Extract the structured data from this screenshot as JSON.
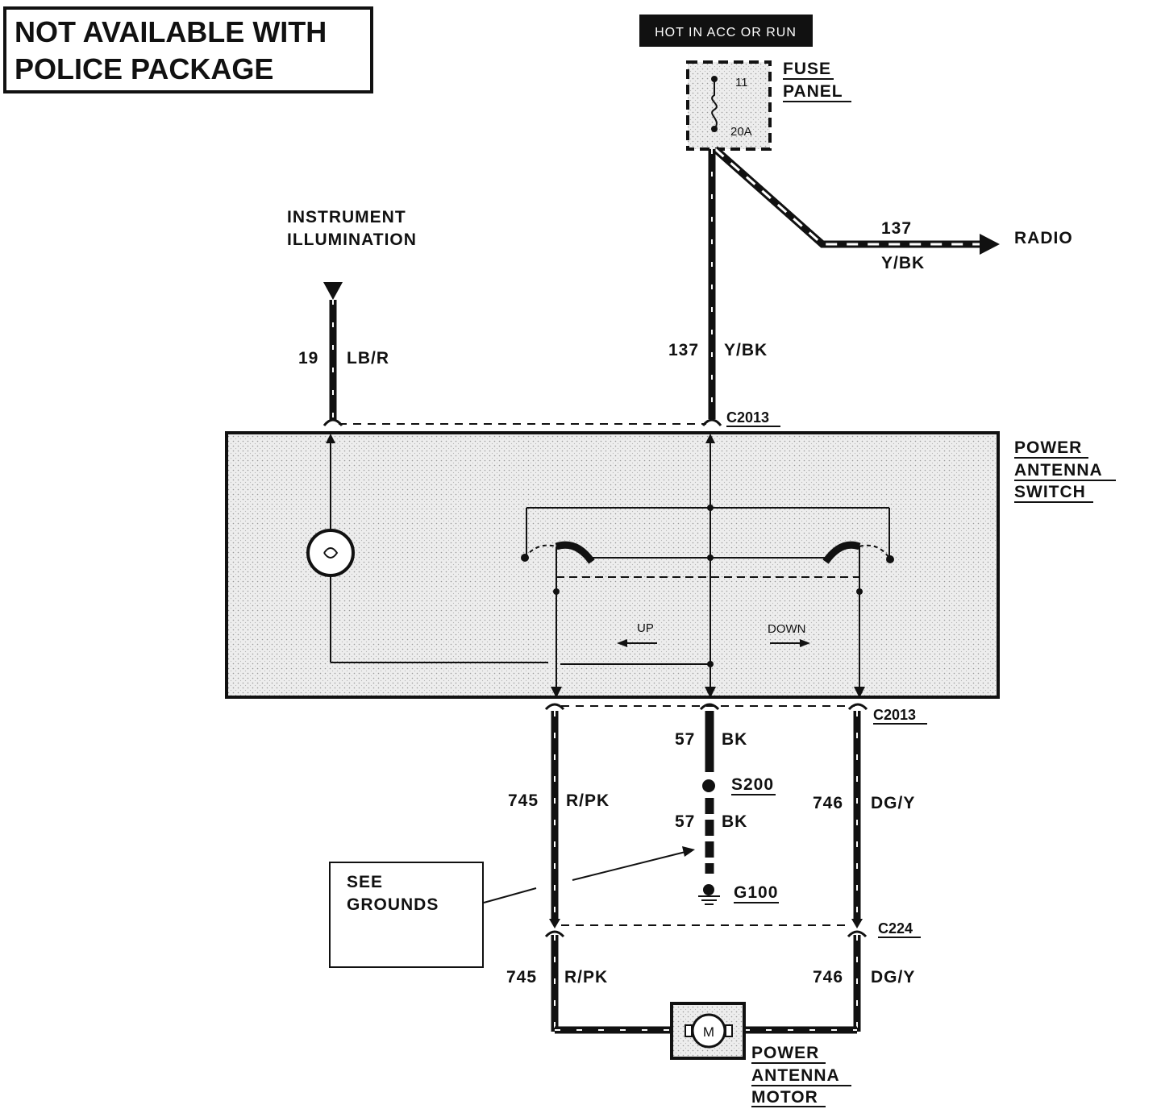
{
  "notice": {
    "line1": "NOT AVAILABLE WITH",
    "line2": "POLICE PACKAGE"
  },
  "power_source": {
    "label": "HOT IN ACC OR RUN"
  },
  "fuse_panel": {
    "title_line1": "FUSE",
    "title_line2": "PANEL",
    "fuse_number": "11",
    "fuse_rating": "20A"
  },
  "radio_feed": {
    "circuit": "137",
    "color": "Y/BK",
    "destination": "RADIO"
  },
  "illumination": {
    "line1": "INSTRUMENT",
    "line2": "ILLUMINATION",
    "circuit": "19",
    "color": "LB/R"
  },
  "feed_wire": {
    "circuit": "137",
    "color": "Y/BK"
  },
  "connectors": {
    "top": "C2013",
    "bottom": "C2013",
    "lower": "C224"
  },
  "switch": {
    "title_line1": "POWER",
    "title_line2": "ANTENNA",
    "title_line3": "SWITCH",
    "up_label": "UP",
    "down_label": "DOWN"
  },
  "ground_wire": {
    "circuit_upper": "57",
    "color_upper": "BK",
    "splice": "S200",
    "circuit_lower": "57",
    "color_lower": "BK",
    "ground": "G100"
  },
  "left_motor_wire": {
    "circuit_upper": "745",
    "color_upper": "R/PK",
    "circuit_lower": "745",
    "color_lower": "R/PK"
  },
  "right_motor_wire": {
    "circuit_upper": "746",
    "color_upper": "DG/Y",
    "circuit_lower": "746",
    "color_lower": "DG/Y"
  },
  "see_grounds": {
    "line1": "SEE",
    "line2": "GROUNDS"
  },
  "motor": {
    "symbol": "M",
    "title_line1": "POWER",
    "title_line2": "ANTENNA",
    "title_line3": "MOTOR"
  },
  "colors": {
    "ink": "#111111",
    "paper": "#ffffff",
    "shading": "#e6e6e6",
    "banner": "#111111"
  }
}
